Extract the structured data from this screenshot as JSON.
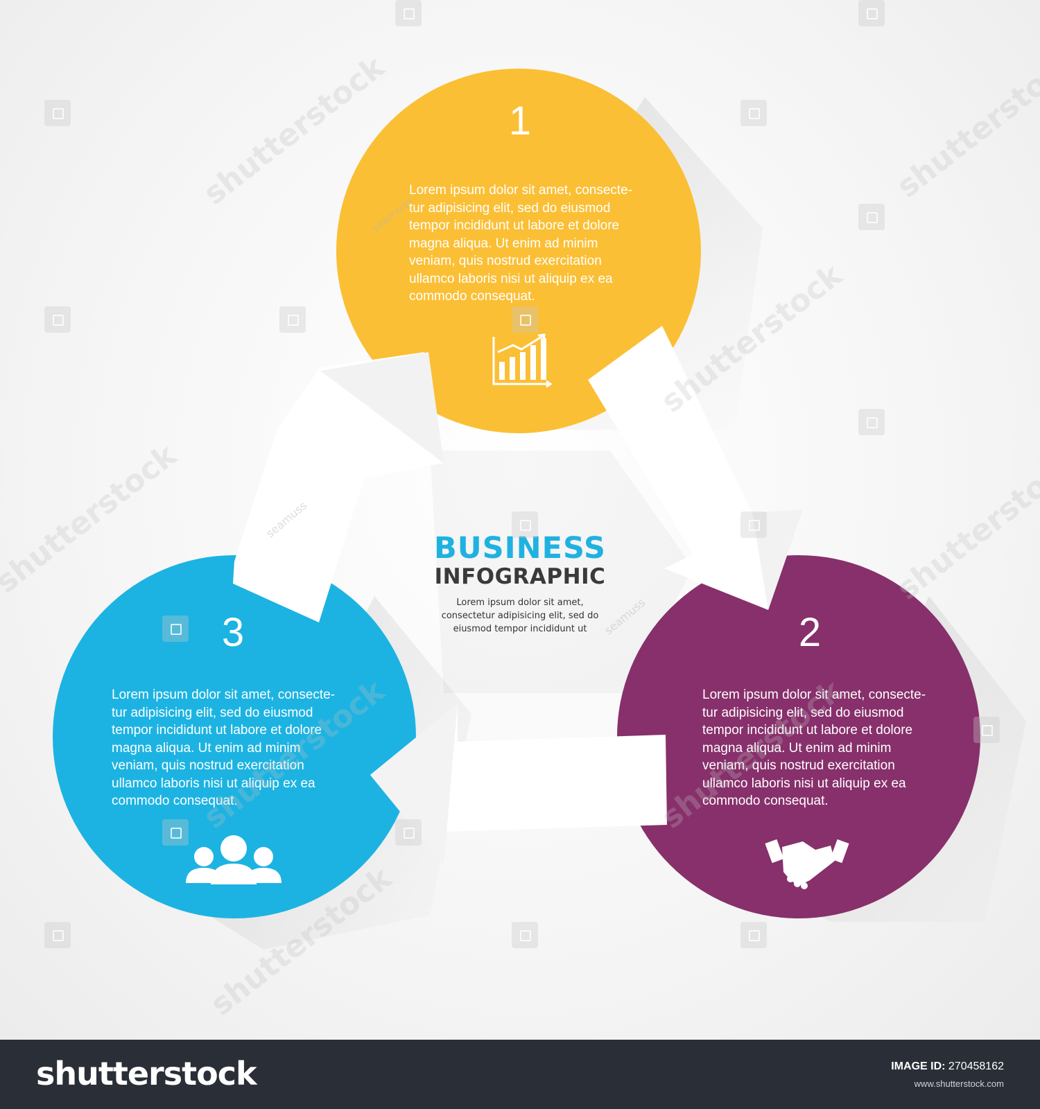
{
  "colors": {
    "step1": "#fbbf35",
    "step2": "#87306b",
    "step3": "#1cb3e2",
    "arrow": "#ffffff",
    "title_accent": "#1fb2e0",
    "subtitle": "#3a3a3a",
    "footer_bg": "#2a2f37"
  },
  "center": {
    "title": "BUSINESS",
    "subtitle": "INFOGRAPHIC",
    "desc_lines": [
      "Lorem ipsum dolor sit amet,",
      "consectetur adipisicing elit, sed do",
      "eiusmod tempor incididunt ut"
    ]
  },
  "steps": [
    {
      "number": "1",
      "color": "#fbbf35",
      "icon": "growth-chart-icon",
      "text_lines": [
        "Lorem ipsum dolor sit amet, consecte-",
        "tur adipisicing elit, sed do eiusmod",
        "tempor incididunt ut labore et dolore",
        "magna aliqua. Ut enim ad minim",
        "veniam, quis nostrud exercitation",
        "ullamco laboris nisi ut aliquip ex ea",
        "commodo consequat."
      ]
    },
    {
      "number": "2",
      "color": "#87306b",
      "icon": "handshake-icon",
      "text_lines": [
        "Lorem ipsum dolor sit amet, consecte-",
        "tur adipisicing elit, sed do eiusmod",
        "tempor incididunt ut labore et dolore",
        "magna aliqua. Ut enim ad minim",
        "veniam, quis nostrud exercitation",
        "ullamco laboris nisi ut aliquip ex ea",
        "commodo consequat."
      ]
    },
    {
      "number": "3",
      "color": "#1cb3e2",
      "icon": "team-icon",
      "text_lines": [
        "Lorem ipsum dolor sit amet, consecte-",
        "tur adipisicing elit, sed do eiusmod",
        "tempor incididunt ut labore et dolore",
        "magna aliqua. Ut enim ad minim",
        "veniam, quis nostrud exercitation",
        "ullamco laboris nisi ut aliquip ex ea",
        "commodo consequat."
      ]
    }
  ],
  "watermark": {
    "text": "shutterstock",
    "author": "seamuss"
  },
  "footer": {
    "logo": "shutterstock",
    "id_label": "IMAGE ID:",
    "id_value": "270458162",
    "url": "www.shutterstock.com"
  }
}
